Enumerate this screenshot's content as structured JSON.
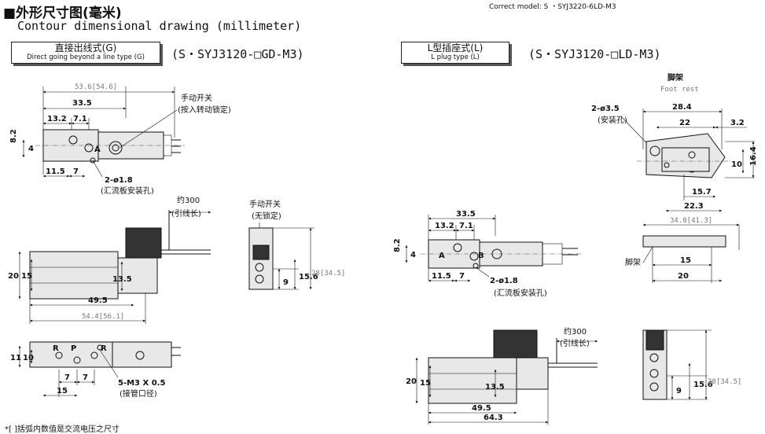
{
  "header": {
    "title": "■外形尺寸图(毫米)",
    "subtitle": "Contour dimensional drawing (millimeter)",
    "correct_model": "Correct model: S ・SYJ3220-6LD-M3"
  },
  "left_section": {
    "tag_cn": "直接出线式(G)",
    "tag_en": "Direct going beyond a line type (G)",
    "model": "(S・SYJ3120-□GD-M3)"
  },
  "right_section": {
    "tag_cn": "L型插座式(L)",
    "tag_en": "L plug type (L)",
    "model": "(S・SYJ3120-□LD-M3)"
  },
  "labels": {
    "manual_switch": "手动开关",
    "push_rotate_lock": "(按入转动锁定)",
    "no_lock": "(无锁定)",
    "hole_spec": "2-ø1.8",
    "manifold_holes": "(汇流板安装孔)",
    "approx_300": "约300",
    "lead_length": "(引线长)",
    "port_spec": "5-M3 X 0.5",
    "pipe_port": "(接管口径)",
    "foot_rest_cn": "脚架",
    "foot_rest_en": "Foot rest",
    "mount_hole_spec": "2-ø3.5",
    "mount_hole": "(安装孔)",
    "foot_label": "脚架",
    "port_A": "A",
    "port_B": "B",
    "port_R": "R",
    "port_P": "P"
  },
  "dims": {
    "d53_6": "53.6[54.6]",
    "d33_5": "33.5",
    "d13_2": "13.2",
    "d7_1": "7.1",
    "d8_2": "8.2",
    "d4": "4",
    "d11_5": "11.5",
    "d7": "7",
    "d20": "20",
    "d15": "15",
    "d13_5": "13.5",
    "d49_5": "49.5",
    "d54_4": "54.4[56.1]",
    "d15_6": "15.6",
    "d9": "9",
    "d28": "28[34.5]",
    "d11": "11",
    "d10": "10",
    "d28_4": "28.4",
    "d22": "22",
    "d3_2": "3.2",
    "d16_4": "16.4",
    "d15_7": "15.7",
    "d22_3": "22.3",
    "d34_8": "34.8[41.3]",
    "d64_3": "64.3"
  },
  "footnote": "*[ ]括弧内数值是交流电压之尺寸"
}
